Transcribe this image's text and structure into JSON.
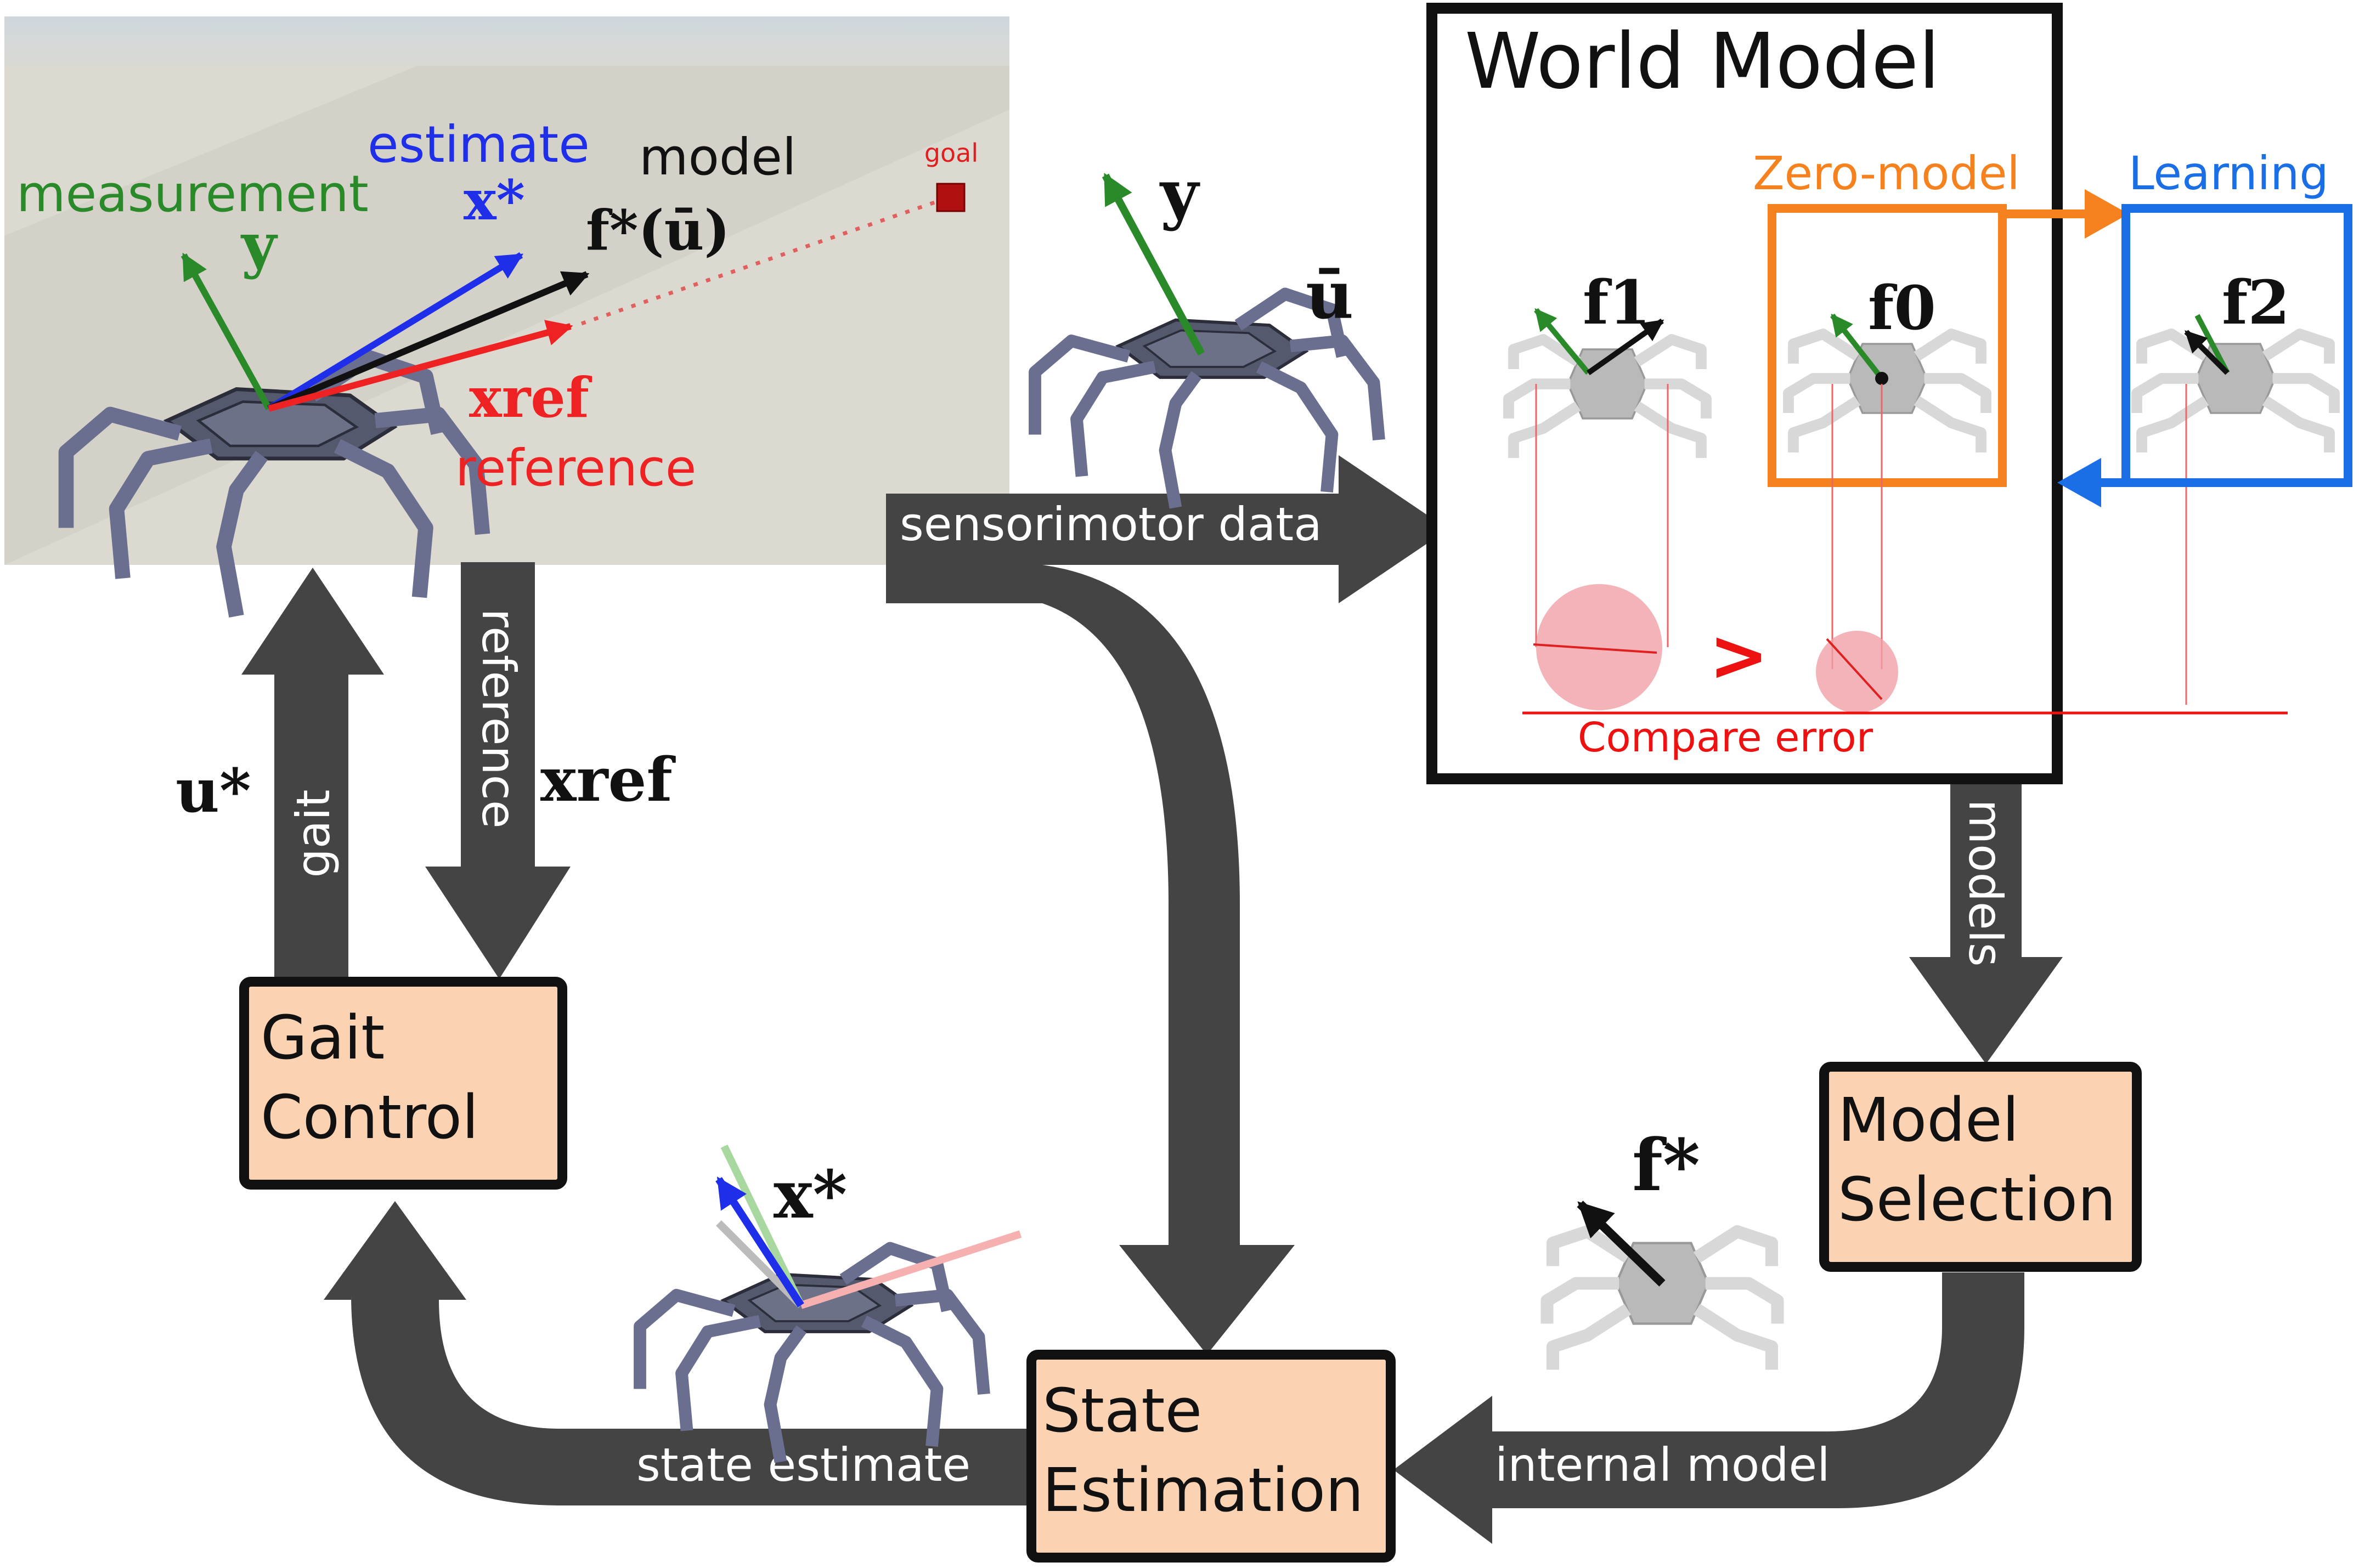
{
  "colors": {
    "arrow_dark": "#444444",
    "box_fill": "#fcd3b2",
    "measurement": "#2a8a2a",
    "estimate": "#1f2ee8",
    "reference": "#ee2222",
    "model": "#111111",
    "zero_model": "#f5821f",
    "learning": "#1a6fe6",
    "error_circle": "#f0a0a8",
    "sim_bg": "#dcdad0"
  },
  "simulation": {
    "measurement_label": "measurement",
    "measurement_symbol": "y",
    "estimate_label": "estimate",
    "estimate_symbol": "x*",
    "model_label": "model",
    "model_symbol": "f*(ū)",
    "reference_symbol": "xref",
    "reference_label": "reference",
    "goal_label": "goal"
  },
  "flows": {
    "sensorimotor_label": "sensorimotor data",
    "reference_label": "reference",
    "reference_symbol": "xref",
    "gait_label": "gait",
    "gait_symbol": "u*",
    "models_label": "models",
    "internal_model_label": "internal model",
    "state_estimate_label": "state estimate"
  },
  "sensor_robot": {
    "y_symbol": "y",
    "u_symbol": "ū"
  },
  "world_model": {
    "title": "World Model",
    "zero_model_label": "Zero-model",
    "learning_label": "Learning",
    "f1_symbol": "f1",
    "f0_symbol": "f0",
    "f2_symbol": "f2",
    "greater_than": ">",
    "compare_label": "Compare error"
  },
  "blocks": {
    "gait_control": [
      "Gait",
      "Control"
    ],
    "model_selection": [
      "Model",
      "Selection"
    ],
    "state_estimation": [
      "State",
      "Estimation"
    ]
  },
  "state_robot": {
    "x_symbol": "x*"
  },
  "selected_model": {
    "f_symbol": "f*"
  }
}
